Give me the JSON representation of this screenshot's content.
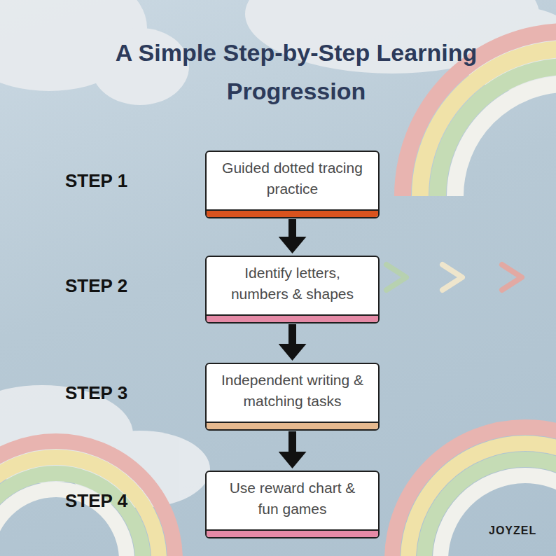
{
  "diagram": {
    "title": "A Simple Step-by-Step Learning Progression",
    "nodes": [
      {
        "text": [
          "Guided dotted tracing practice"
        ]
      },
      {
        "text": [
          "Identify letters, numbers & shapes"
        ]
      },
      {
        "text": [
          "Independent writing & matching tasks"
        ]
      },
      {
        "text": [
          "Use reward chart & fun games"
        ]
      }
    ],
    "edges": [
      {
        "from": 0,
        "to": 1,
        "arrow": "to"
      },
      {
        "from": 1,
        "to": 2,
        "arrow": "to"
      },
      {
        "from": 2,
        "to": 3,
        "arrow": "to"
      }
    ],
    "labels": [
      "STEP 1",
      "STEP 2",
      "STEP 3",
      "STEP 4",
      "JOYZEL"
    ]
  }
}
